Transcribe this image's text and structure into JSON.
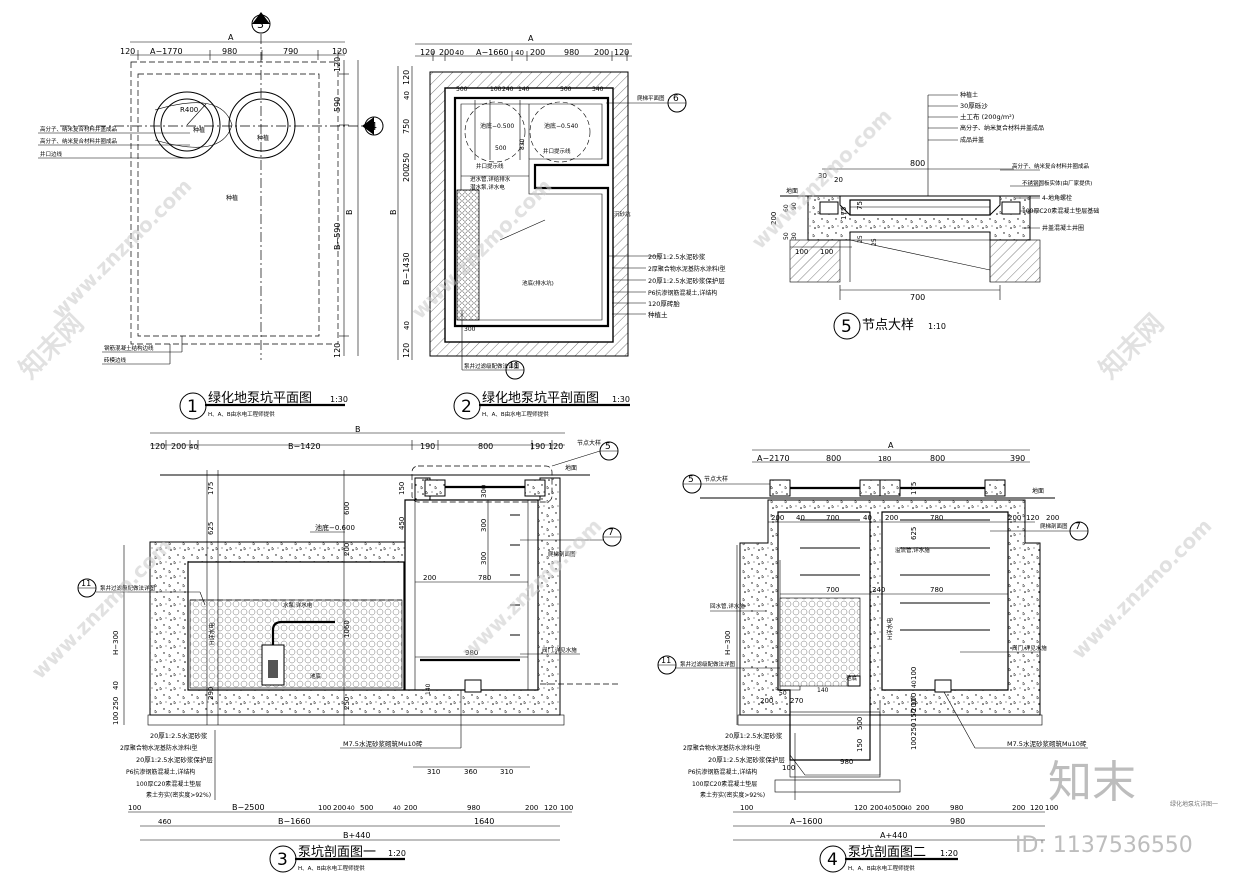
{
  "title_block": {
    "brand": "知末",
    "id_text": "ID: 1137536550",
    "small_note": "绿化地泵坑详图一"
  },
  "watermarks": [
    "www.znzmo.com",
    "知末网"
  ],
  "drawings": [
    {
      "key": "d1",
      "num": "1",
      "title": "绿化地泵坑平面图",
      "scale": "1:30",
      "note": "H、A、B由水电工程师提供"
    },
    {
      "key": "d2",
      "num": "2",
      "title": "绿化地泵坑平剖面图",
      "scale": "1:30",
      "note": "H、A、B由水电工程师提供"
    },
    {
      "key": "d3",
      "num": "3",
      "title": "泵坑剖面图一",
      "scale": "1:20",
      "note": "H、A、B由水电工程师提供"
    },
    {
      "key": "d4",
      "num": "4",
      "title": "泵坑剖面图二",
      "scale": "1:20",
      "note": "H、A、B由水电工程师提供"
    },
    {
      "key": "d5",
      "num": "5",
      "title": "节点大样",
      "scale": "1:10",
      "note": ""
    }
  ],
  "d1": {
    "top_dims": [
      "120",
      "A−1770",
      "980",
      "790",
      "120"
    ],
    "top_label": "A",
    "right_dims": [
      "120",
      "590",
      "B−590",
      "120"
    ],
    "right_label": "B",
    "callouts": [
      "高分子、纳米复合材料井盖成品",
      "高分子、纳米复合材料井圈成品",
      "井口边线"
    ],
    "bottom_callouts": [
      "钢筋混凝土结构边线",
      "砖模边线"
    ],
    "radius": "R400",
    "labels": [
      "种植",
      "种植",
      "种植"
    ],
    "section_marks": [
      "3",
      "4"
    ]
  },
  "d2": {
    "top_dims": [
      "120",
      "200",
      "40",
      "A−1660",
      "40",
      "200",
      "980",
      "200",
      "120"
    ],
    "top_label": "A",
    "inner_dims": [
      "500",
      "100",
      "240",
      "140",
      "500",
      "340"
    ],
    "left_dims": [
      "120",
      "40",
      "750",
      "200",
      "250",
      "B−1430",
      "40",
      "120"
    ],
    "left_label": "B",
    "levels": [
      "池底−0.500",
      "池底−0.540"
    ],
    "small_dims": [
      "500",
      "830",
      "300"
    ],
    "labels": [
      "井口提示线",
      "井口提示线",
      "进水管,详给排水",
      "潜水泵,详水电",
      "沉砂坑",
      "池底(排水坑)"
    ],
    "right_callouts": [
      "20厚1:2.5水泥砂浆",
      "2厚聚合物水泥基防水涂料I型",
      "20厚1:2.5水泥砂浆保护层",
      "P6抗渗钢筋混凝土,详结构",
      "120厚砖胎",
      "种植土"
    ],
    "ref_marks": [
      "6",
      "11"
    ],
    "ref_texts": [
      "爬梯平面图",
      "泵井过滤级配做法详图"
    ]
  },
  "d3": {
    "top_dims": [
      "120",
      "200",
      "40",
      "B−1420",
      "190",
      "800",
      "190",
      "120"
    ],
    "top_label": "B",
    "ground": "地面",
    "level": "池底−0.600",
    "node_ref": "节点大样",
    "left_dims": [
      "175",
      "625",
      "H−300",
      "40",
      "250",
      "100"
    ],
    "mid_dims": [
      "150",
      "450",
      "600",
      "200",
      "1060",
      "290",
      "250"
    ],
    "right_dims": [
      "300",
      "300",
      "300"
    ],
    "width_dims": [
      "200",
      "780",
      "980"
    ],
    "labels": [
      "泵井过滤级配做法详图",
      "水泵,详水电",
      "H详水电",
      "池底",
      "爬梯剖面图",
      "阀门,详见水施",
      "140"
    ],
    "bottom_callout": "M7.5水泥砂浆砌筑Mu10砖",
    "layer_notes": [
      "20厚1:2.5水泥砂浆",
      "2厚聚合物水泥基防水涂料I型",
      "20厚1:2.5水泥砂浆保护层",
      "P6抗渗钢筋混凝土,详结构",
      "100厚C20素混凝土垫层",
      "素土夯实(密实度>92%)"
    ],
    "bottom_dims_a": [
      "310",
      "360",
      "310"
    ],
    "bottom_dims_b": [
      "100",
      "B−2500",
      "100",
      "200",
      "40",
      "500",
      "40",
      "200",
      "980",
      "200",
      "120",
      "100"
    ],
    "bottom_dims_c": [
      "460",
      "B−1660",
      "1640"
    ],
    "bottom_total": "B+440",
    "ref_marks": [
      "11",
      "7",
      "5"
    ]
  },
  "d4": {
    "top_dims": [
      "A−2170",
      "800",
      "180",
      "800",
      "390"
    ],
    "top_label": "A",
    "ground": "地面",
    "node_ref": "节点大样",
    "inner_dims": [
      "200",
      "40",
      "700",
      "40",
      "200",
      "780",
      "200",
      "120",
      "200"
    ],
    "mid_dims": [
      "700",
      "240",
      "780"
    ],
    "left_dims": [
      "H−300"
    ],
    "labels": [
      "溢流管,详水施",
      "回水管,详水施",
      "泵井过滤级配做法详图",
      "H详水电",
      "阀门,详见水施",
      "爬梯剖面图",
      "池底"
    ],
    "small_dims": [
      "200",
      "270",
      "50",
      "140",
      "500",
      "150",
      "100",
      "625",
      "175",
      "980",
      "100",
      "150",
      "40",
      "100",
      "200",
      "250",
      "100"
    ],
    "bottom_callout": "M7.5水泥砂浆砌筑Mu10砖",
    "layer_notes": [
      "20厚1:2.5水泥砂浆",
      "2厚聚合物水泥基防水涂料I型",
      "20厚1:2.5水泥砂浆保护层",
      "P6抗渗钢筋混凝土,详结构",
      "100厚C20素混凝土垫层",
      "素土夯实(密实度>92%)"
    ],
    "bottom_dims_b": [
      "100",
      "120",
      "200",
      "40",
      "500",
      "40",
      "200",
      "980",
      "200",
      "120",
      "100"
    ],
    "bottom_dims_c": [
      "A−1600",
      "980"
    ],
    "bottom_total": "A+440",
    "ref_marks": [
      "11",
      "7",
      "5"
    ]
  },
  "d5": {
    "top_callouts": [
      "种植土",
      "30厚砾沙",
      "土工布 (200g/m²)",
      "高分子、纳米复合材料井盖成品",
      "成品井盖"
    ],
    "right_callouts": [
      "高分子、纳米复合材料井圈成品",
      "不锈钢圆板实体(由厂家提供)",
      "4-地角螺栓",
      "100厚C20素混凝土垫层基础",
      "井盖混凝土井圈"
    ],
    "ground": "地面",
    "dims": [
      "800",
      "30",
      "20",
      "75",
      "175",
      "200",
      "60",
      "90",
      "50",
      "30",
      "25",
      "25",
      "100",
      "100",
      "700"
    ]
  }
}
